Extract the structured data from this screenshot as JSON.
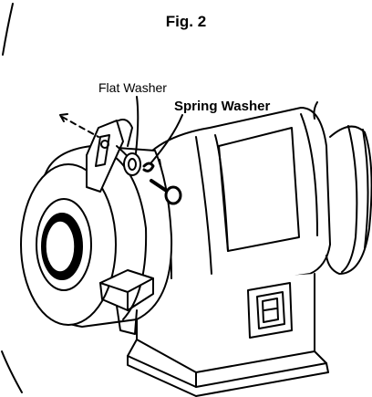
{
  "figure": {
    "title": "Fig. 2",
    "callouts": {
      "flat_washer": "Flat Washer",
      "spring_washer": "Spring Washer"
    },
    "subject": "bench-grinder"
  }
}
